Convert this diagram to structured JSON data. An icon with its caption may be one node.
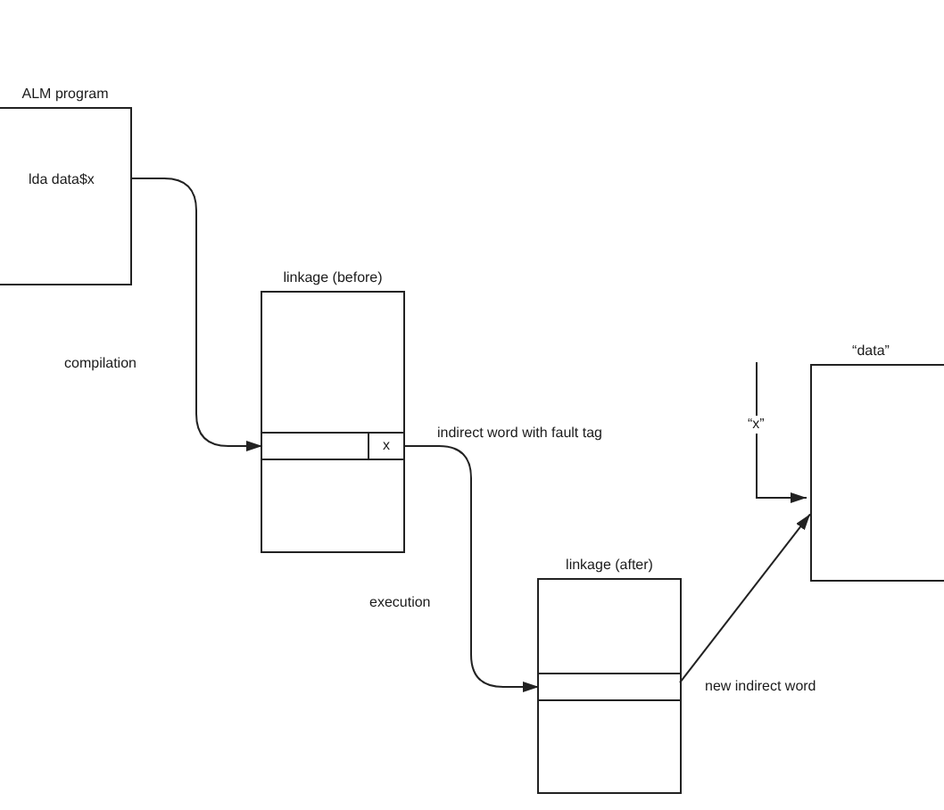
{
  "diagram": {
    "nodes": [
      {
        "text": [
          "ALM program",
          "lda data$x"
        ]
      },
      {
        "text": [
          "linkage (before)"
        ]
      },
      {
        "text": [],
        "shape": "box",
        "in": 1,
        "beside": [
          "indirect word with fault tag"
        ]
      },
      {
        "text": [
          "x"
        ],
        "in": 2
      },
      {
        "text": [
          "linkage (after)"
        ]
      },
      {
        "text": [],
        "shape": "box",
        "in": 4,
        "beside": [
          "new indirect word"
        ]
      },
      {
        "text": [
          "“data”"
        ]
      }
    ],
    "edges": [
      {
        "from": 0,
        "to": 2,
        "arrow": "to",
        "label": "compilation"
      },
      {
        "from": 3,
        "to": 5,
        "arrow": "to",
        "label": "execution"
      },
      {
        "from": 5,
        "to": 6,
        "arrow": "to"
      }
    ],
    "labels": [
      "“x”"
    ]
  }
}
